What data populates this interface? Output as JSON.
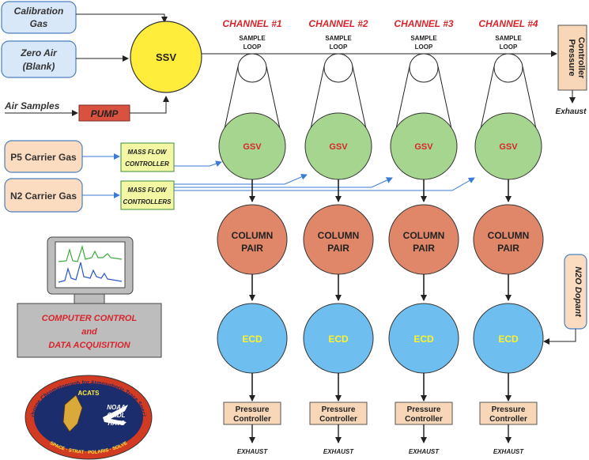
{
  "inputs": {
    "calibration_gas": [
      "Calibration",
      "Gas"
    ],
    "zero_air": [
      "Zero Air",
      "(Blank)"
    ],
    "air_samples": "Air Samples",
    "pump": "PUMP",
    "ssv": "SSV",
    "p5_carrier_gas": "P5 Carrier Gas",
    "n2_carrier_gas": "N2 Carrier Gas",
    "mfc_single": [
      "MASS FLOW",
      "CONTROLLER"
    ],
    "mfc_multi": [
      "MASS FLOW",
      "CONTROLLERS"
    ]
  },
  "channels": [
    {
      "title": "CHANNEL #1"
    },
    {
      "title": "CHANNEL #2"
    },
    {
      "title": "CHANNEL #3"
    },
    {
      "title": "CHANNEL #4"
    }
  ],
  "channel_labels": {
    "sample_loop": [
      "SAMPLE",
      "LOOP"
    ],
    "gsv": "GSV",
    "column_pair": [
      "COLUMN",
      "PAIR"
    ],
    "ecd": "ECD",
    "pressure_controller": [
      "Pressure",
      "Controller"
    ],
    "exhaust": "EXHAUST"
  },
  "right_side": {
    "pressure_controller": [
      "Pressure",
      "Controller"
    ],
    "exhaust": "Exhaust",
    "n2o_dopant": "N2O Dopant"
  },
  "computer": {
    "label": [
      "COMPUTER CONTROL",
      "and",
      "DATA ACQUISITION"
    ]
  },
  "logo": {
    "outer_text": "Airborne Chromatograph for Atmospheric Trace Species",
    "center": "ACATS",
    "lines": [
      "NOAA",
      "CMDL",
      "HATS"
    ],
    "bottom_text": "SPACE · STRAT · POLARIS · SOLVE"
  },
  "colors": {
    "ssv": "#ffec3b",
    "gsv": "#a6d58f",
    "column": "#e0876a",
    "ecd": "#6ebff0",
    "pump": "#d9513f",
    "input_blue": "#d8e8f8",
    "input_peach": "#fbdcc0",
    "mfc": "#f3f7a4",
    "pressure": "#f8d7b8",
    "channel_title": "#d9242b",
    "computer_text": "#d9242b",
    "ecd_text": "#fff229",
    "arrow_blue": "#3a7bd5"
  }
}
